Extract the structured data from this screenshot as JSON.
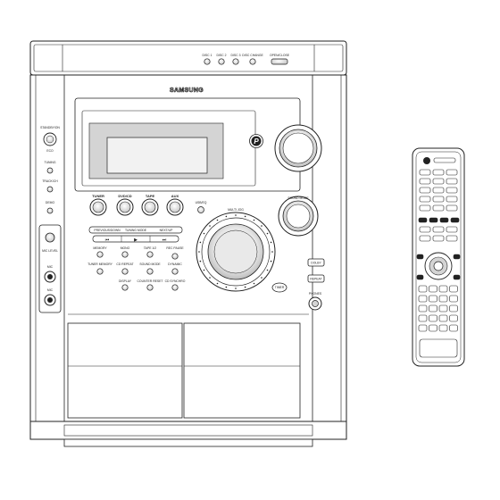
{
  "brand": "SAMSUNG",
  "top_buttons": [
    "DISC 1",
    "DISC 2",
    "DISC 3",
    "DISC CHANGE",
    "OPEN/CLOSE"
  ],
  "left_panel": {
    "standby": "STANDBY/ON",
    "eco": "ECO",
    "tuning1": "TUNING",
    "tuning2": "TRACK/CH",
    "demo": "DEMO",
    "volume_mic": "MIC LEVEL",
    "mic_labels": [
      "MIC",
      "MIC"
    ]
  },
  "function_buttons": [
    "TUNER",
    "DVD/CD",
    "TAPE",
    "AUX"
  ],
  "usb": "USB/EQ",
  "sound_mode": "SOUND MODE",
  "multi_jog": "MULTI JOG",
  "power_sound": "P",
  "band_labels": [
    "PREVIOUS/DOWN",
    "TUNING MODE",
    "NEXT/UP"
  ],
  "mode_rows": [
    [
      "MEMORY",
      "MONO",
      "TAPE 1/2",
      "REC PAUSE"
    ],
    [
      "TUNER MEMORY",
      "CD REPEAT",
      "SOUND MODE",
      "DYNAMIC"
    ],
    [
      "DISPLAY",
      "COUNTER RESET",
      "CD SYNCHRO",
      ""
    ]
  ],
  "right_buttons": [
    "DOLBY",
    "REPEAT",
    "TIMER"
  ],
  "phones": "PHONES",
  "colors": {
    "line": "#222222",
    "face": "#ffffff",
    "shade": "#d4d4d4"
  }
}
